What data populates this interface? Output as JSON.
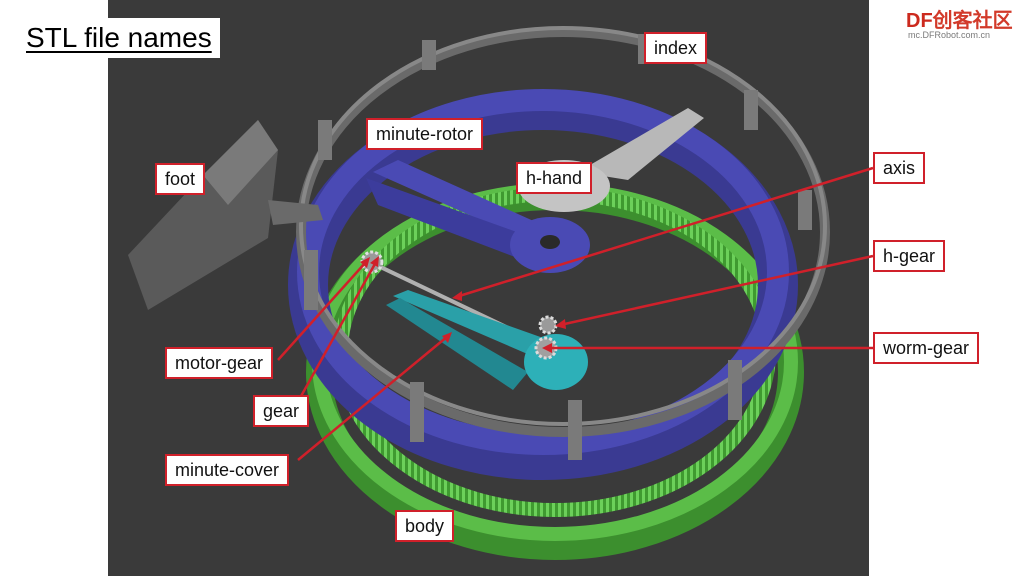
{
  "title": "STL file names",
  "logo": {
    "mark": "DF",
    "text": "创客社区",
    "sub": "mc.DFRobot.com.cn"
  },
  "labels": {
    "index": "index",
    "minute_rotor": "minute-rotor",
    "foot": "foot",
    "h_hand": "h-hand",
    "axis": "axis",
    "h_gear": "h-gear",
    "worm_gear": "worm-gear",
    "motor_gear": "motor-gear",
    "gear": "gear",
    "minute_cover": "minute-cover",
    "body": "body"
  },
  "colors": {
    "background": "#3a3a3a",
    "index_ring": "#6e6e6e",
    "minute_rotor": "#4646a8",
    "body": "#4aa83a",
    "minute_cover": "#2aa0a8",
    "leader": "#d0202a"
  }
}
